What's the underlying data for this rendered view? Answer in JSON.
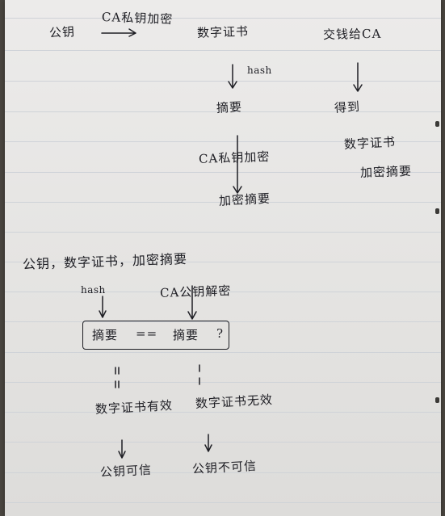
{
  "page": {
    "row1": {
      "public_key": "公钥",
      "ca_encrypt": "CA私钥加密",
      "digital_cert": "数字证书",
      "give_ca": "交钱给CA"
    },
    "row2": {
      "hash": "hash",
      "digest": "摘要",
      "obtain": "得到"
    },
    "row3": {
      "ca_encrypt_step": "CA私钥加密",
      "cert_result": "数字证书",
      "encrypted_digest_result": "加密摘要",
      "encrypted_digest": "加密摘要"
    },
    "section2": {
      "heading": "公钥，数字证书，加密摘要",
      "hash": "hash",
      "ca_decrypt": "CA公钥解密",
      "digest_left": "摘要",
      "equals": "==",
      "digest_right": "摘要",
      "question": "?",
      "cert_valid": "数字证书有效",
      "cert_invalid": "数字证书无效",
      "key_trusted": "公钥可信",
      "key_untrusted": "公钥不可信"
    }
  }
}
